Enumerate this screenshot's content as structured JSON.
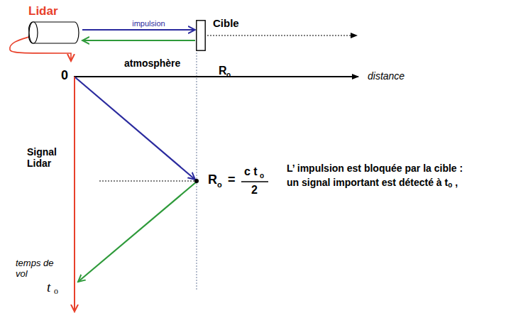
{
  "diagram": {
    "nodes": [
      {
        "text": [
          "Lidar"
        ]
      },
      {
        "text": [
          "Cible"
        ]
      }
    ],
    "edges": [
      {
        "from": 0,
        "to": 1,
        "arrow": "to",
        "label": "impulsion"
      },
      {
        "from": 1,
        "to": 0,
        "arrow": "to"
      }
    ],
    "labels": [
      "atmosphère",
      "R",
      "o",
      "distance",
      "0",
      "Signal Lidar",
      "R",
      "o",
      "=",
      "c t",
      "o",
      "2",
      "L’ impulsion est bloquée par la cible :",
      "un signal important est détecté à t",
      "o",
      ",",
      "temps de vol",
      "t",
      "o"
    ]
  }
}
